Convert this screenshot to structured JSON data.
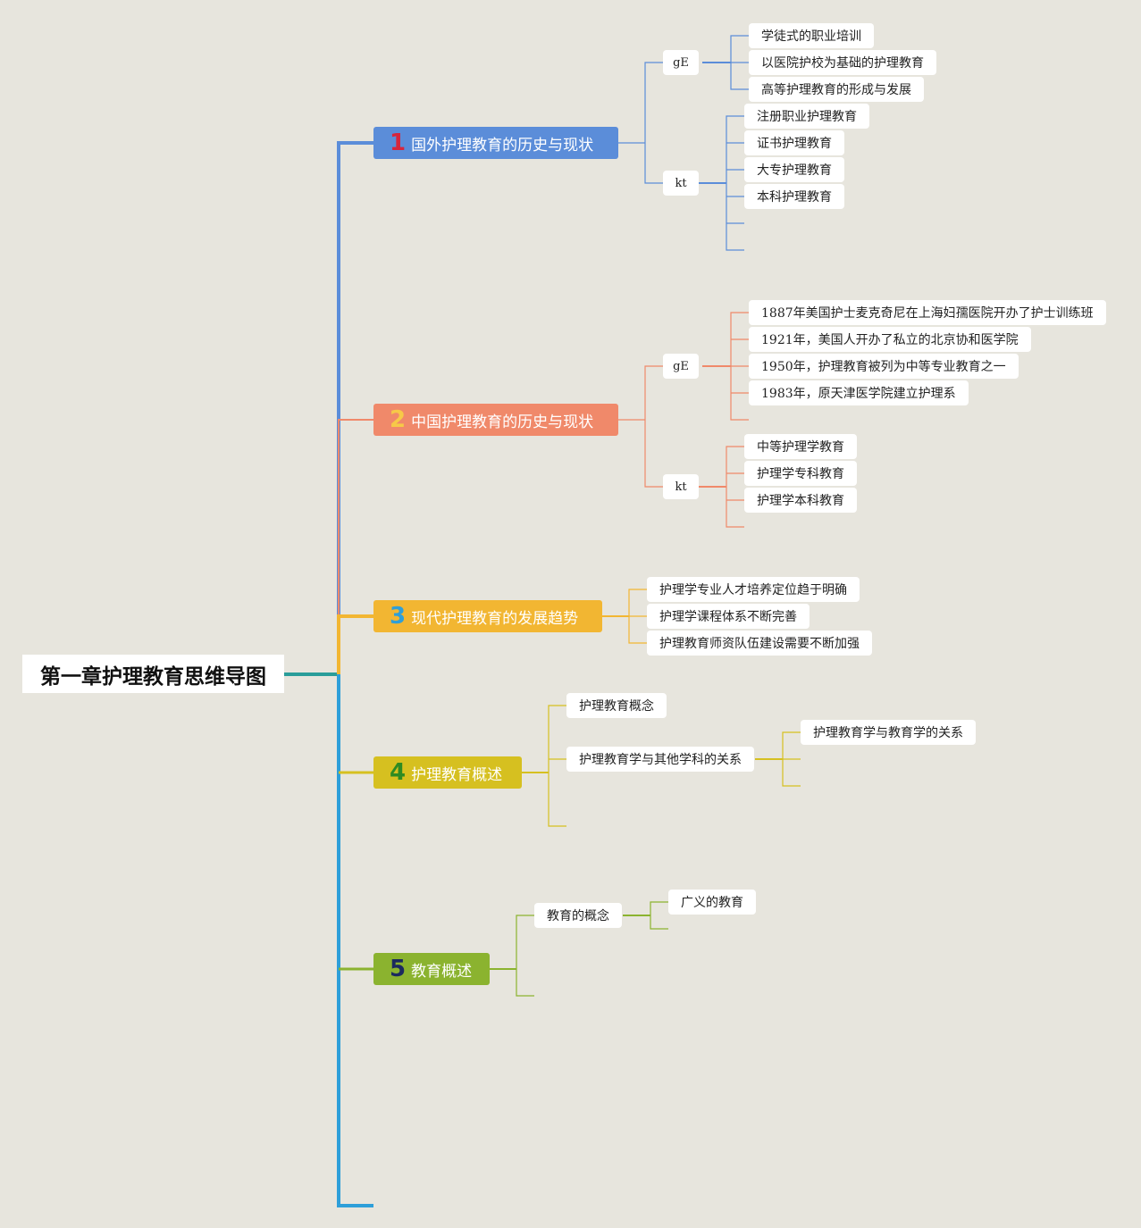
{
  "root": {
    "title": "第一章护理教育思维导图"
  },
  "colors": {
    "b1": "#5b8dd9",
    "b2": "#f0896a",
    "b3": "#f2b632",
    "b4": "#d6c020",
    "b5": "#8bb32f",
    "trunk_blue": "#2e9fd9",
    "root_link": "#2a9d9a",
    "num1": "#d7263d",
    "num2": "#f7c948",
    "num3": "#2f9fd8",
    "num4": "#2e8b22",
    "num5": "#1c2a5e"
  },
  "branches": [
    {
      "num": "1",
      "label": "国外护理教育的历史与现状",
      "groups": [
        {
          "label": "gE",
          "items": [
            "学徒式的职业培训",
            "以医院护校为基础的护理教育",
            "高等护理教育的形成与发展"
          ]
        },
        {
          "label": "kt",
          "items": [
            "注册职业护理教育",
            "证书护理教育",
            "大专护理教育",
            "本科护理教育",
            "",
            ""
          ]
        }
      ]
    },
    {
      "num": "2",
      "label": "中国护理教育的历史与现状",
      "groups": [
        {
          "label": "gE",
          "items": [
            "1887年美国护士麦克奇尼在上海妇孺医院开办了护士训练班",
            "1921年，美国人开办了私立的北京协和医学院",
            "1950年，护理教育被列为中等专业教育之一",
            "1983年，原天津医学院建立护理系",
            ""
          ]
        },
        {
          "label": "kt",
          "items": [
            "中等护理学教育",
            "护理学专科教育",
            "护理学本科教育",
            ""
          ]
        }
      ]
    },
    {
      "num": "3",
      "label": "现代护理教育的发展趋势",
      "items": [
        "护理学专业人才培养定位趋于明确",
        "护理学课程体系不断完善",
        "护理教育师资队伍建设需要不断加强"
      ]
    },
    {
      "num": "4",
      "label": "护理教育概述",
      "items": [
        "护理教育概念",
        "护理教育学与其他学科的关系",
        ""
      ],
      "sub": {
        "items": [
          "护理教育学与教育学的关系",
          "",
          ""
        ]
      }
    },
    {
      "num": "5",
      "label": "教育概述",
      "items": [
        "教育的概念",
        ""
      ],
      "sub": {
        "items": [
          "广义的教育",
          ""
        ]
      }
    }
  ]
}
